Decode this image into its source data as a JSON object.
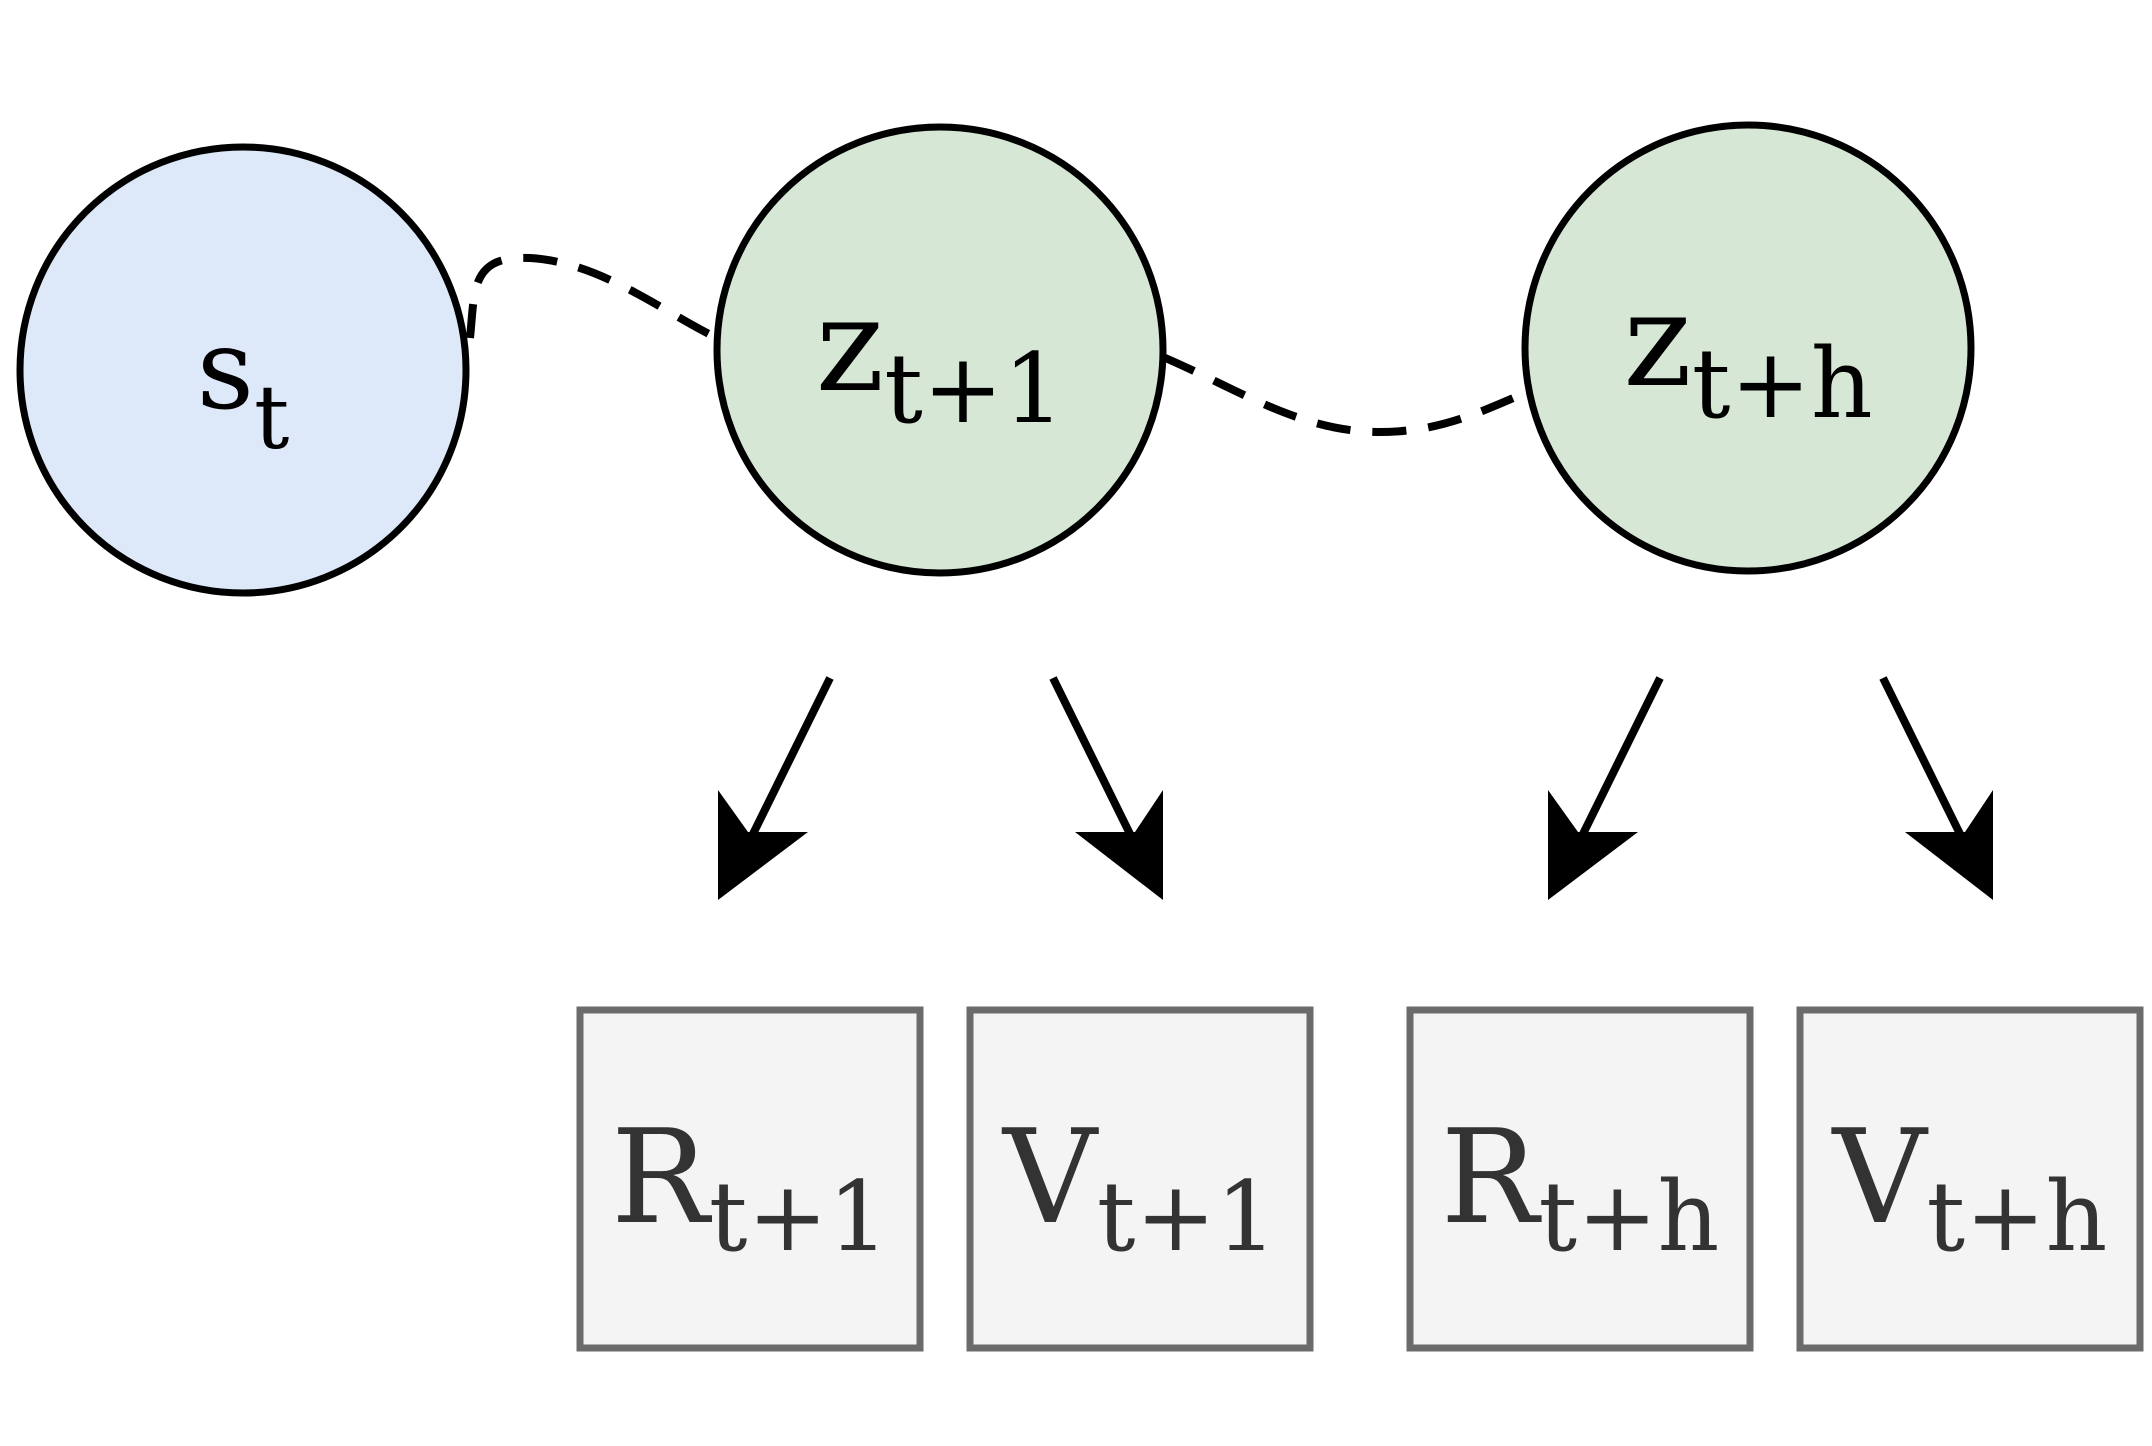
{
  "colors": {
    "state_fill": "#dde8f9",
    "latent_fill": "#d6e8d5",
    "box_fill": "#f4f4f4",
    "box_stroke": "#6b6b6b",
    "stroke": "#000000",
    "box_text": "#333333"
  },
  "nodes": [
    {
      "id": "s",
      "main": "s",
      "sub": "t"
    },
    {
      "id": "z1",
      "main": "z",
      "sub": "t+1"
    },
    {
      "id": "zh",
      "main": "z",
      "sub": "t+h"
    }
  ],
  "outputs": [
    {
      "id": "r1",
      "main": "R",
      "sub": "t+1"
    },
    {
      "id": "v1",
      "main": "V",
      "sub": "t+1"
    },
    {
      "id": "rh",
      "main": "R",
      "sub": "t+h"
    },
    {
      "id": "vh",
      "main": "V",
      "sub": "t+h"
    }
  ]
}
